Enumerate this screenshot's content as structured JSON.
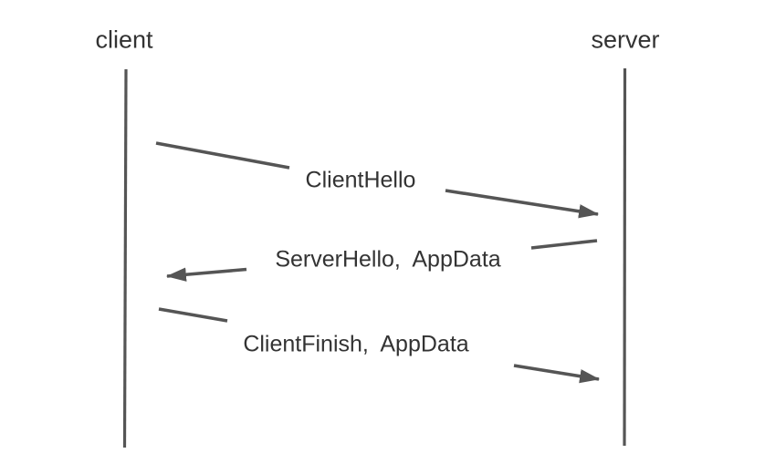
{
  "diagram": {
    "actors": [
      {
        "id": "client",
        "name": "client"
      },
      {
        "id": "server",
        "name": "server"
      }
    ],
    "messages": [
      {
        "label": "ClientHello",
        "from": "client",
        "to": "server"
      },
      {
        "label": "ServerHello,  AppData",
        "from": "server",
        "to": "client"
      },
      {
        "label": "ClientFinish,  AppData",
        "from": "client",
        "to": "server"
      }
    ],
    "colors": {
      "stroke": "#555555",
      "text": "#333333",
      "background": "#ffffff"
    }
  }
}
